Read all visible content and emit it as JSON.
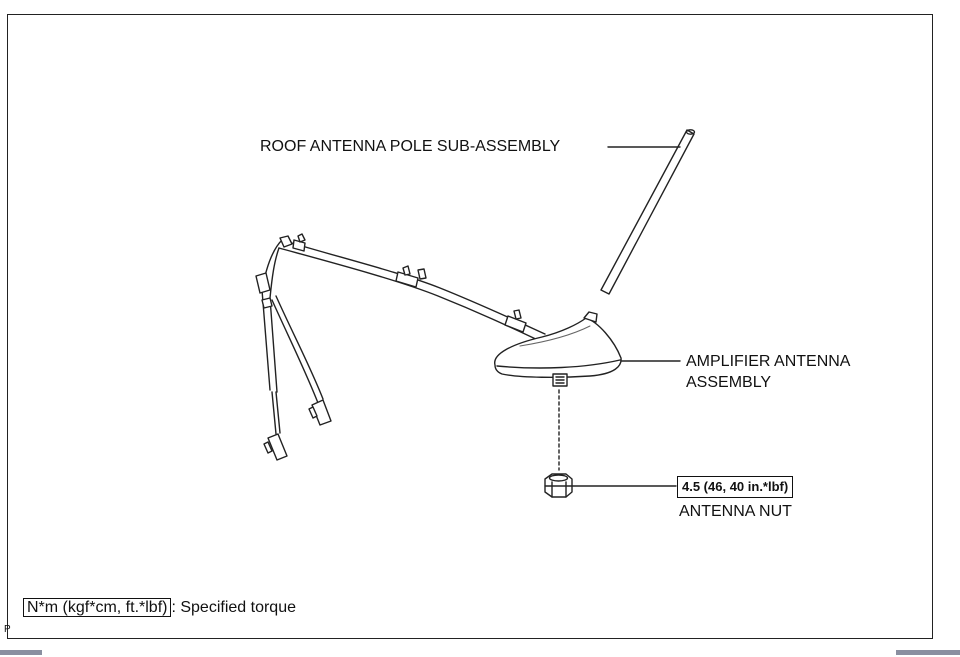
{
  "labels": {
    "pole": "ROOF ANTENNA POLE SUB-ASSEMBLY",
    "amplifier_line1": "AMPLIFIER ANTENNA",
    "amplifier_line2": "ASSEMBLY",
    "nut": "ANTENNA NUT"
  },
  "torque": {
    "nut_value": "4.5 (46, 40 in.*lbf)"
  },
  "legend": {
    "unit_box": "N*m (kgf*cm, ft.*lbf)",
    "meaning": ": Specified torque"
  },
  "corner_mark": "P"
}
